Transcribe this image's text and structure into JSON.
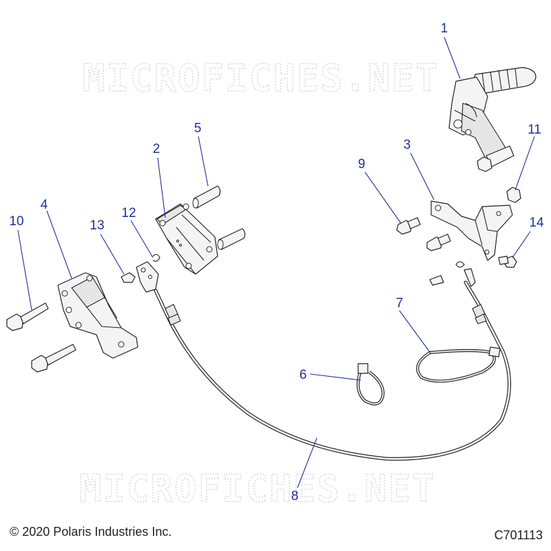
{
  "watermark": {
    "text": "MICROFICHES.NET"
  },
  "callouts": [
    "1",
    "2",
    "3",
    "4",
    "5",
    "6",
    "7",
    "8",
    "9",
    "10",
    "11",
    "12",
    "13",
    "14"
  ],
  "footer": {
    "copyright": "© 2020 Polaris Industries Inc.",
    "figure_code": "C701113"
  }
}
